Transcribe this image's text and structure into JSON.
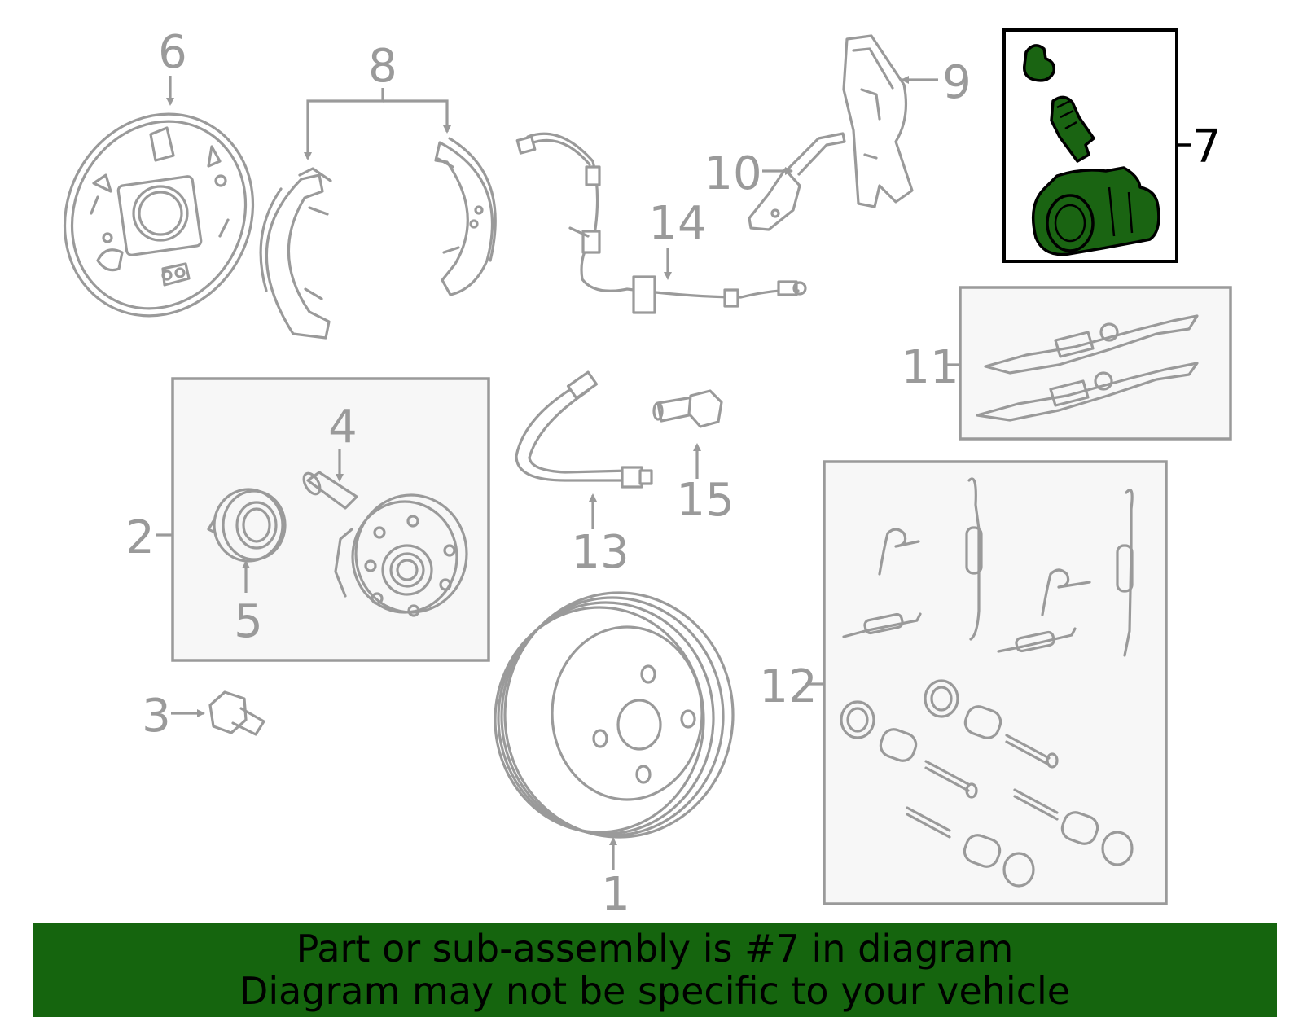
{
  "callouts": {
    "c1": "1",
    "c2": "2",
    "c3": "3",
    "c4": "4",
    "c5": "5",
    "c6": "6",
    "c7": "7",
    "c8": "8",
    "c9": "9",
    "c10": "10",
    "c11": "11",
    "c12": "12",
    "c13": "13",
    "c14": "14",
    "c15": "15"
  },
  "highlight": {
    "callout": "7",
    "color": "#1a6412"
  },
  "banner": {
    "line1": "Part or sub-assembly is #7 in diagram",
    "line2": "Diagram may not be specific to your vehicle",
    "color": "#15650e"
  }
}
